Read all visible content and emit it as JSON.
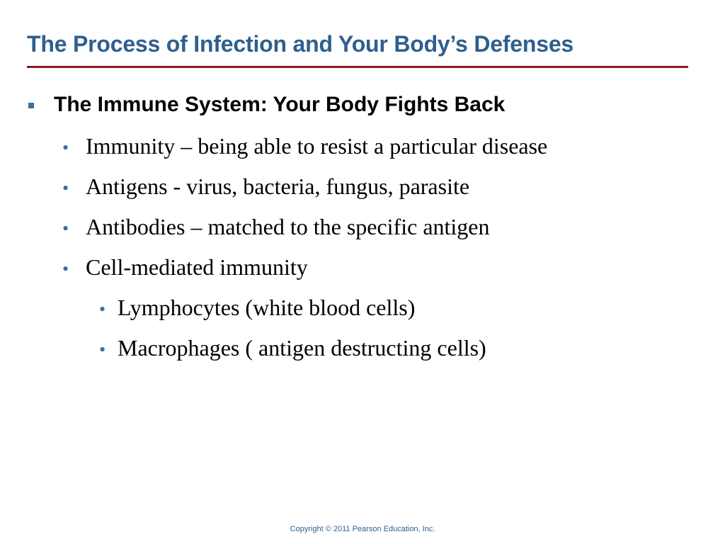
{
  "slide": {
    "title": "The Process of Infection and Your Body’s Defenses",
    "heading": "The Immune System: Your Body Fights Back",
    "bullets": [
      "Immunity – being able to resist a particular disease",
      "Antigens  - virus, bacteria, fungus, parasite",
      "Antibodies – matched to the specific antigen",
      "Cell-mediated immunity"
    ],
    "sub_bullets": [
      "Lymphocytes (white blood cells)",
      "Macrophages ( antigen destructing cells)"
    ],
    "bullet_glyph": "•",
    "footer": "Copyright © 2011 Pearson Education, Inc."
  },
  "colors": {
    "title": "#2e5f8f",
    "rule": "#8b1a1a",
    "bullet": "#3f6e9e",
    "text": "#000000"
  }
}
